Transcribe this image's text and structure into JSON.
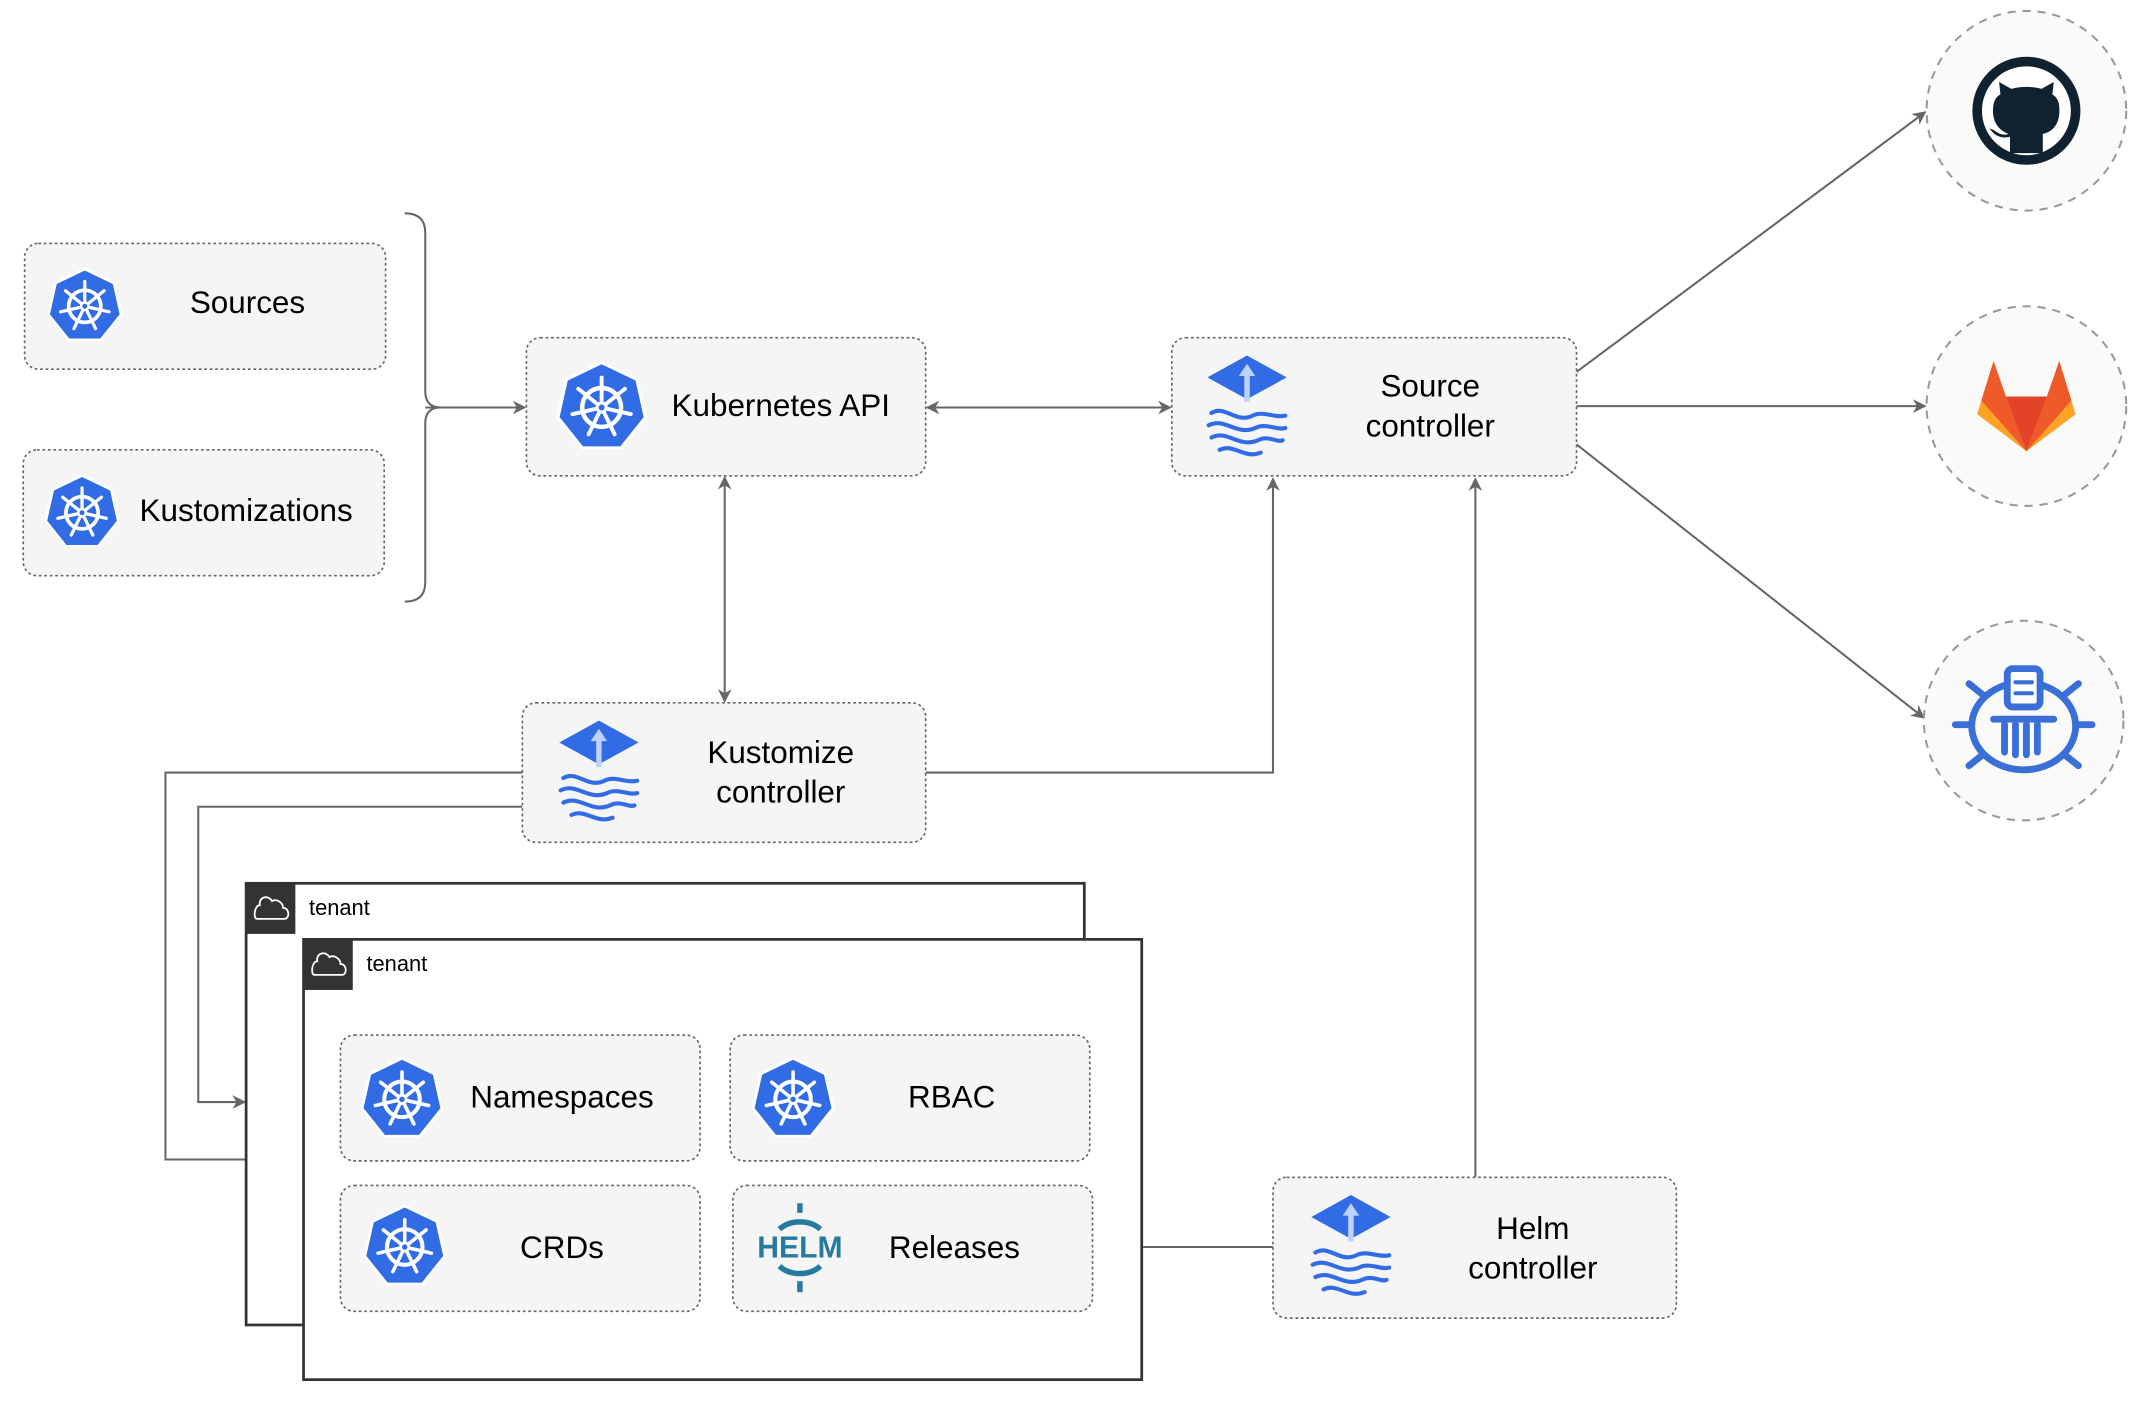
{
  "left_inputs": {
    "sources": "Sources",
    "kustomizations": "Kustomizations"
  },
  "kubernetes_api": "Kubernetes API",
  "source_controller": {
    "line1": "Source",
    "line2": "controller"
  },
  "kustomize_controller": {
    "line1": "Kustomize",
    "line2": "controller"
  },
  "helm_controller": {
    "line1": "Helm",
    "line2": "controller"
  },
  "tenants": [
    {
      "label": "tenant"
    },
    {
      "label": "tenant"
    }
  ],
  "tenant_resources": {
    "namespaces": "Namespaces",
    "rbac": "RBAC",
    "crds": "CRDs",
    "releases": "Releases"
  },
  "helm_logo_text": "HELM",
  "external_sources": [
    "github-icon",
    "gitlab-icon",
    "bucket-icon"
  ],
  "colors": {
    "kubernetes_blue": "#326ce5",
    "helm_teal": "#277a9f",
    "github_dark": "#10222f",
    "gitlab_orange": "#e24329",
    "gitlab_light": "#fca326",
    "edge": "#666666"
  }
}
